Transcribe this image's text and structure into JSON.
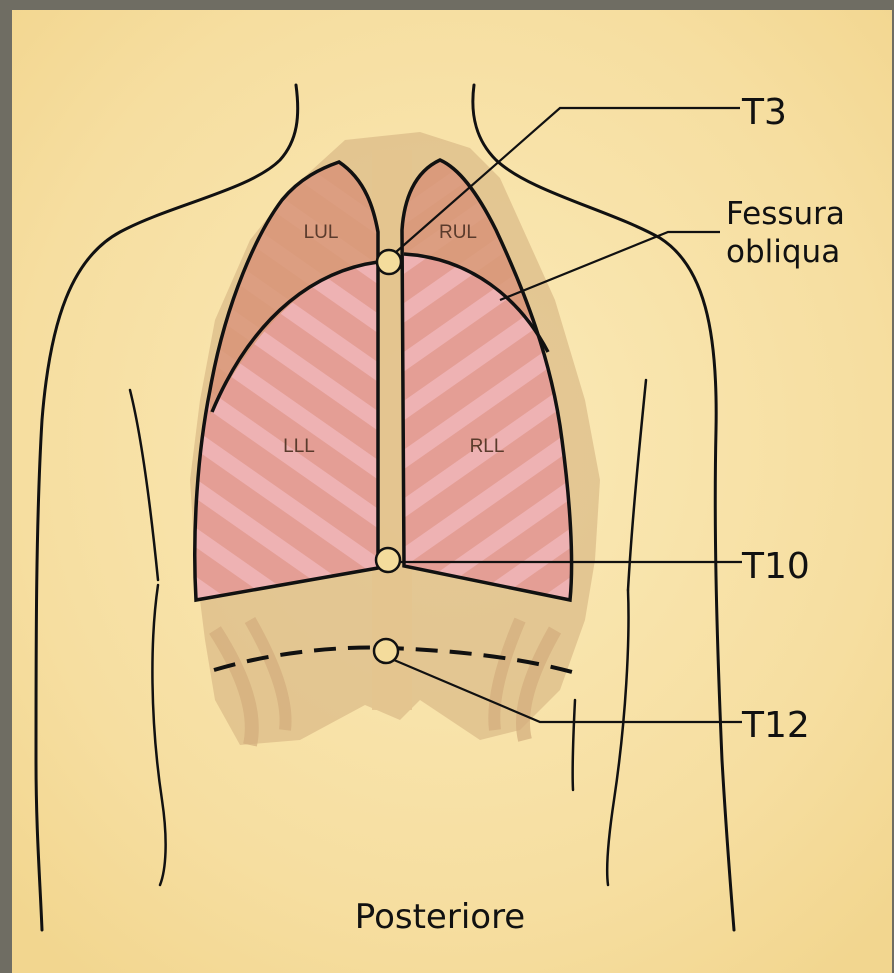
{
  "labels": {
    "t3": "T3",
    "fissure": "Fessura obliqua",
    "t10": "T10",
    "t12": "T12",
    "caption": "Posteriore"
  },
  "lobes": {
    "lul": "LUL",
    "rul": "RUL",
    "lll": "LLL",
    "rll": "RLL"
  },
  "colors": {
    "frame": "#6f6d63",
    "paper": "#f6dea0",
    "lung_upper": "#dc9d7e",
    "lung_lower": "#e8a6a2",
    "bone": "#d6b07d",
    "outline": "#111111"
  }
}
